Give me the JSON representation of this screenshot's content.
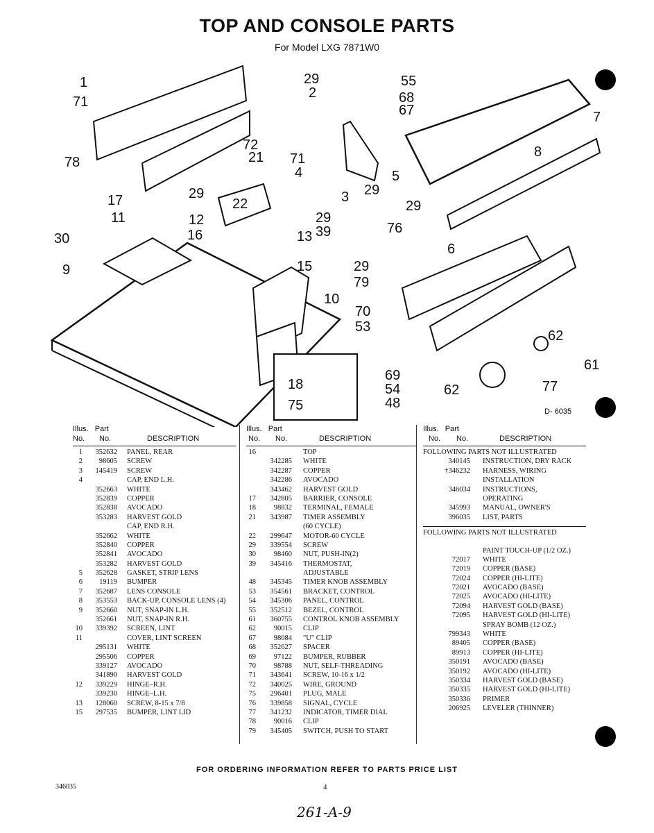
{
  "title": "TOP AND CONSOLE PARTS",
  "subtitle": "For Model LXG 7871W0",
  "diagram_ref": "D- 6035",
  "callouts": [
    "1",
    "71",
    "78",
    "17",
    "11",
    "30",
    "9",
    "29",
    "2",
    "72",
    "21",
    "71",
    "4",
    "3",
    "22",
    "29",
    "12",
    "16",
    "13",
    "15",
    "10",
    "29",
    "39",
    "76",
    "29",
    "79",
    "70",
    "53",
    "55",
    "68",
    "67",
    "7",
    "8",
    "5",
    "29",
    "6",
    "29",
    "62",
    "61",
    "69",
    "54",
    "48",
    "62",
    "77",
    "18",
    "75"
  ],
  "columns": [
    {
      "header_top": {
        "illus": "Illus.",
        "part": "Part"
      },
      "header": {
        "no1": "No.",
        "no2": "No.",
        "desc": "DESCRIPTION"
      },
      "rows": [
        {
          "illus": "1",
          "part": "352632",
          "desc": "PANEL, REAR"
        },
        {
          "illus": "2",
          "part": "98605",
          "desc": "SCREW"
        },
        {
          "illus": "3",
          "part": "145419",
          "desc": "SCREW"
        },
        {
          "illus": "4",
          "part": "",
          "desc": "CAP, END L.H."
        },
        {
          "illus": "",
          "part": "352663",
          "desc": "WHITE"
        },
        {
          "illus": "",
          "part": "352839",
          "desc": "COPPER"
        },
        {
          "illus": "",
          "part": "352838",
          "desc": "AVOCADO"
        },
        {
          "illus": "",
          "part": "353283",
          "desc": "HARVEST GOLD"
        },
        {
          "illus": "",
          "part": "",
          "desc": "CAP, END R.H."
        },
        {
          "illus": "",
          "part": "352662",
          "desc": "WHITE"
        },
        {
          "illus": "",
          "part": "352840",
          "desc": "COPPER"
        },
        {
          "illus": "",
          "part": "352841",
          "desc": "AVOCADO"
        },
        {
          "illus": "",
          "part": "353282",
          "desc": "HARVEST GOLD"
        },
        {
          "illus": "5",
          "part": "352628",
          "desc": "GASKET, STRIP LENS"
        },
        {
          "illus": "6",
          "part": "19119",
          "desc": "BUMPER"
        },
        {
          "illus": "7",
          "part": "352687",
          "desc": "LENS CONSOLE"
        },
        {
          "illus": "8",
          "part": "353553",
          "desc": "BACK-UP, CONSOLE LENS (4)"
        },
        {
          "illus": "9",
          "part": "352660",
          "desc": "NUT, SNAP-IN L.H."
        },
        {
          "illus": "",
          "part": "352661",
          "desc": "NUT, SNAP-IN R.H."
        },
        {
          "illus": "10",
          "part": "339392",
          "desc": "SCREEN, LINT"
        },
        {
          "illus": "11",
          "part": "",
          "desc": "COVER, LINT SCREEN"
        },
        {
          "illus": "",
          "part": "295131",
          "desc": "WHITE"
        },
        {
          "illus": "",
          "part": "295506",
          "desc": "COPPER"
        },
        {
          "illus": "",
          "part": "339127",
          "desc": "AVOCADO"
        },
        {
          "illus": "",
          "part": "341890",
          "desc": "HARVEST GOLD"
        },
        {
          "illus": "12",
          "part": "339229",
          "desc": "HINGE–R.H."
        },
        {
          "illus": "",
          "part": "339230",
          "desc": "HINGE–L.H."
        },
        {
          "illus": "13",
          "part": "128060",
          "desc": "SCREW, 8-15 x 7/8"
        },
        {
          "illus": "15",
          "part": "297535",
          "desc": "BUMPER, LINT LID"
        }
      ]
    },
    {
      "header_top": {
        "illus": "Illus.",
        "part": "Part"
      },
      "header": {
        "no1": "No.",
        "no2": "No.",
        "desc": "DESCRIPTION"
      },
      "rows": [
        {
          "illus": "16",
          "part": "",
          "desc": "TOP"
        },
        {
          "illus": "",
          "part": "342285",
          "desc": "WHITE"
        },
        {
          "illus": "",
          "part": "342287",
          "desc": "COPPER"
        },
        {
          "illus": "",
          "part": "342286",
          "desc": "AVOCADO"
        },
        {
          "illus": "",
          "part": "343462",
          "desc": "HARVEST GOLD"
        },
        {
          "illus": "17",
          "part": "342805",
          "desc": "BARRIER, CONSOLE"
        },
        {
          "illus": "18",
          "part": "98832",
          "desc": "TERMINAL, FEMALE"
        },
        {
          "illus": "21",
          "part": "343987",
          "desc": "TIMER ASSEMBLY"
        },
        {
          "illus": "",
          "part": "",
          "desc": "(60 CYCLE)"
        },
        {
          "illus": "22",
          "part": "299647",
          "desc": "MOTOR-60 CYCLE"
        },
        {
          "illus": "29",
          "part": "339554",
          "desc": "SCREW"
        },
        {
          "illus": "30",
          "part": "98460",
          "desc": "NUT, PUSH-IN(2)"
        },
        {
          "illus": "39",
          "part": "345416",
          "desc": "THERMOSTAT,"
        },
        {
          "illus": "",
          "part": "",
          "desc": "ADJUSTABLE"
        },
        {
          "illus": "48",
          "part": "345345",
          "desc": "TIMER KNOB ASSEMBLY"
        },
        {
          "illus": "53",
          "part": "354561",
          "desc": "BRACKET, CONTROL"
        },
        {
          "illus": "54",
          "part": "345306",
          "desc": "PANEL, CONTROL"
        },
        {
          "illus": "55",
          "part": "352512",
          "desc": "BEZEL, CONTROL"
        },
        {
          "illus": "61",
          "part": "360755",
          "desc": "CONTROL KNOB ASSEMBLY"
        },
        {
          "illus": "62",
          "part": "90015",
          "desc": "CLIP"
        },
        {
          "illus": "67",
          "part": "98084",
          "desc": "\"U\" CLIP"
        },
        {
          "illus": "68",
          "part": "352627",
          "desc": "SPACER"
        },
        {
          "illus": "69",
          "part": "97122",
          "desc": "BUMPER, RUBBER"
        },
        {
          "illus": "70",
          "part": "98788",
          "desc": "NUT, SELF-THREADING"
        },
        {
          "illus": "71",
          "part": "343641",
          "desc": "SCREW, 10-16 x 1/2"
        },
        {
          "illus": "72",
          "part": "340025",
          "desc": "WIRE, GROUND"
        },
        {
          "illus": "75",
          "part": "296401",
          "desc": "PLUG, MALE"
        },
        {
          "illus": "76",
          "part": "339858",
          "desc": "SIGNAL, CYCLE"
        },
        {
          "illus": "77",
          "part": "341232",
          "desc": "INDICATOR, TIMER DIAL"
        },
        {
          "illus": "78",
          "part": "90016",
          "desc": "CLIP"
        },
        {
          "illus": "79",
          "part": "345405",
          "desc": "SWITCH, PUSH TO START"
        }
      ]
    },
    {
      "header_top": {
        "illus": "Illus.",
        "part": "Part"
      },
      "header": {
        "no1": "No.",
        "no2": "No.",
        "desc": "DESCRIPTION"
      },
      "section1_title": "FOLLOWING PARTS NOT ILLUSTRATED",
      "section1": [
        {
          "part": "340145",
          "desc": "INSTRUCTION, DRY RACK"
        },
        {
          "part": "†346232",
          "desc": "HARNESS, WIRING"
        },
        {
          "part": "",
          "desc": "INSTALLATION"
        },
        {
          "part": "346034",
          "desc": "INSTRUCTIONS,"
        },
        {
          "part": "",
          "desc": "OPERATING"
        },
        {
          "part": "345993",
          "desc": "MANUAL, OWNER'S"
        },
        {
          "part": "396035",
          "desc": "LIST, PARTS"
        }
      ],
      "section2_title": "FOLLOWING PARTS NOT ILLUSTRATED",
      "section2": [
        {
          "part": "",
          "desc": "PAINT TOUCH-UP (1/2 OZ.)"
        },
        {
          "part": "72017",
          "desc": "WHITE"
        },
        {
          "part": "72019",
          "desc": "COPPER (BASE)"
        },
        {
          "part": "72024",
          "desc": "COPPER (HI-LITE)"
        },
        {
          "part": "72021",
          "desc": "AVOCADO (BASE)"
        },
        {
          "part": "72025",
          "desc": "AVOCADO (HI-LITE)"
        },
        {
          "part": "72094",
          "desc": "HARVEST GOLD (BASE)"
        },
        {
          "part": "72095",
          "desc": "HARVEST GOLD (HI-LITE)"
        },
        {
          "part": "",
          "desc": "SPRAY BOMB (12 OZ.)"
        },
        {
          "part": "799343",
          "desc": "WHITE"
        },
        {
          "part": "89405",
          "desc": "COPPER (BASE)"
        },
        {
          "part": "89913",
          "desc": "COPPER (HI-LITE)"
        },
        {
          "part": "350191",
          "desc": "AVOCADO (BASE)"
        },
        {
          "part": "350192",
          "desc": "AVOCADO (HI-LITE)"
        },
        {
          "part": "350334",
          "desc": "HARVEST GOLD (BASE)"
        },
        {
          "part": "350335",
          "desc": "HARVEST GOLD (HI-LITE)"
        },
        {
          "part": "350336",
          "desc": "PRIMER"
        },
        {
          "part": "206925",
          "desc": "LEVELER (THINNER)"
        }
      ]
    }
  ],
  "footer": "FOR ORDERING INFORMATION REFER TO PARTS PRICE LIST",
  "doc_number": "346035",
  "page_number": "4",
  "handwritten_note": "261-A-9"
}
